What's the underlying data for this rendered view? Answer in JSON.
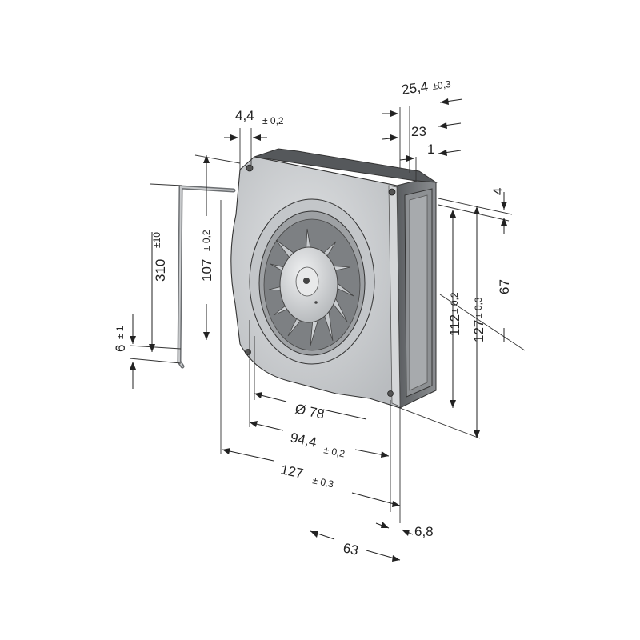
{
  "dimensions": {
    "d_25_4": {
      "value": "25,4",
      "tol": "±0,3"
    },
    "d_4_4": {
      "value": "4,4",
      "tol": "± 0,2"
    },
    "d_23": {
      "value": "23"
    },
    "d_1": {
      "value": "1"
    },
    "d_4": {
      "value": "4"
    },
    "d_310": {
      "value": "310",
      "tol": "±10"
    },
    "d_107": {
      "value": "107",
      "tol": "± 0,2"
    },
    "d_6": {
      "value": "6",
      "tol": "± 1"
    },
    "d_112": {
      "value": "112",
      "tol": "± 0,2"
    },
    "d_127v": {
      "value": "127",
      "tol": "± 0,3"
    },
    "d_67": {
      "value": "67"
    },
    "d_78": {
      "value": "Ø 78"
    },
    "d_94_4": {
      "value": "94,4",
      "tol": "± 0,2"
    },
    "d_127h": {
      "value": "127",
      "tol": "± 0,3"
    },
    "d_6_8": {
      "value": "6,8"
    },
    "d_63": {
      "value": "63"
    }
  },
  "colors": {
    "housing": "#c9cbcd",
    "housing_dark": "#6f7275",
    "outlet": "#8a8d90",
    "line": "#222222"
  }
}
